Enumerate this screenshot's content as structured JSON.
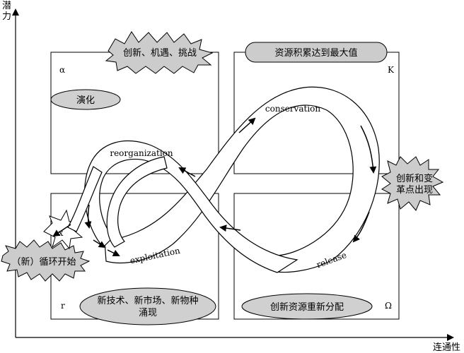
{
  "axes": {
    "y_label_line1": "潜",
    "y_label_line2": "力",
    "x_label": "连通性"
  },
  "quadrants": {
    "alpha": {
      "symbol": "α",
      "phase": "演化",
      "badge": "创新、机遇、挑战"
    },
    "K": {
      "symbol": "K",
      "badge": "资源积累达到最大值"
    },
    "r": {
      "symbol": "r",
      "oval_line1": "新技术、新市场、新物种",
      "oval_line2": "涌现"
    },
    "omega": {
      "symbol": "Ω",
      "oval": "创新资源重新分配"
    }
  },
  "side_badges": {
    "right_line1": "创新和变",
    "right_line2": "革点出现",
    "left_cycle": "（新）循环开始",
    "left_x": "x"
  },
  "phases": {
    "conservation": "conservation",
    "reorganization": "reorganization",
    "exploitation": "exploitation",
    "release": "release"
  },
  "colors": {
    "badge_fill": "#cccccc",
    "oval_fill": "#d0d0d0",
    "stroke": "#000000"
  }
}
